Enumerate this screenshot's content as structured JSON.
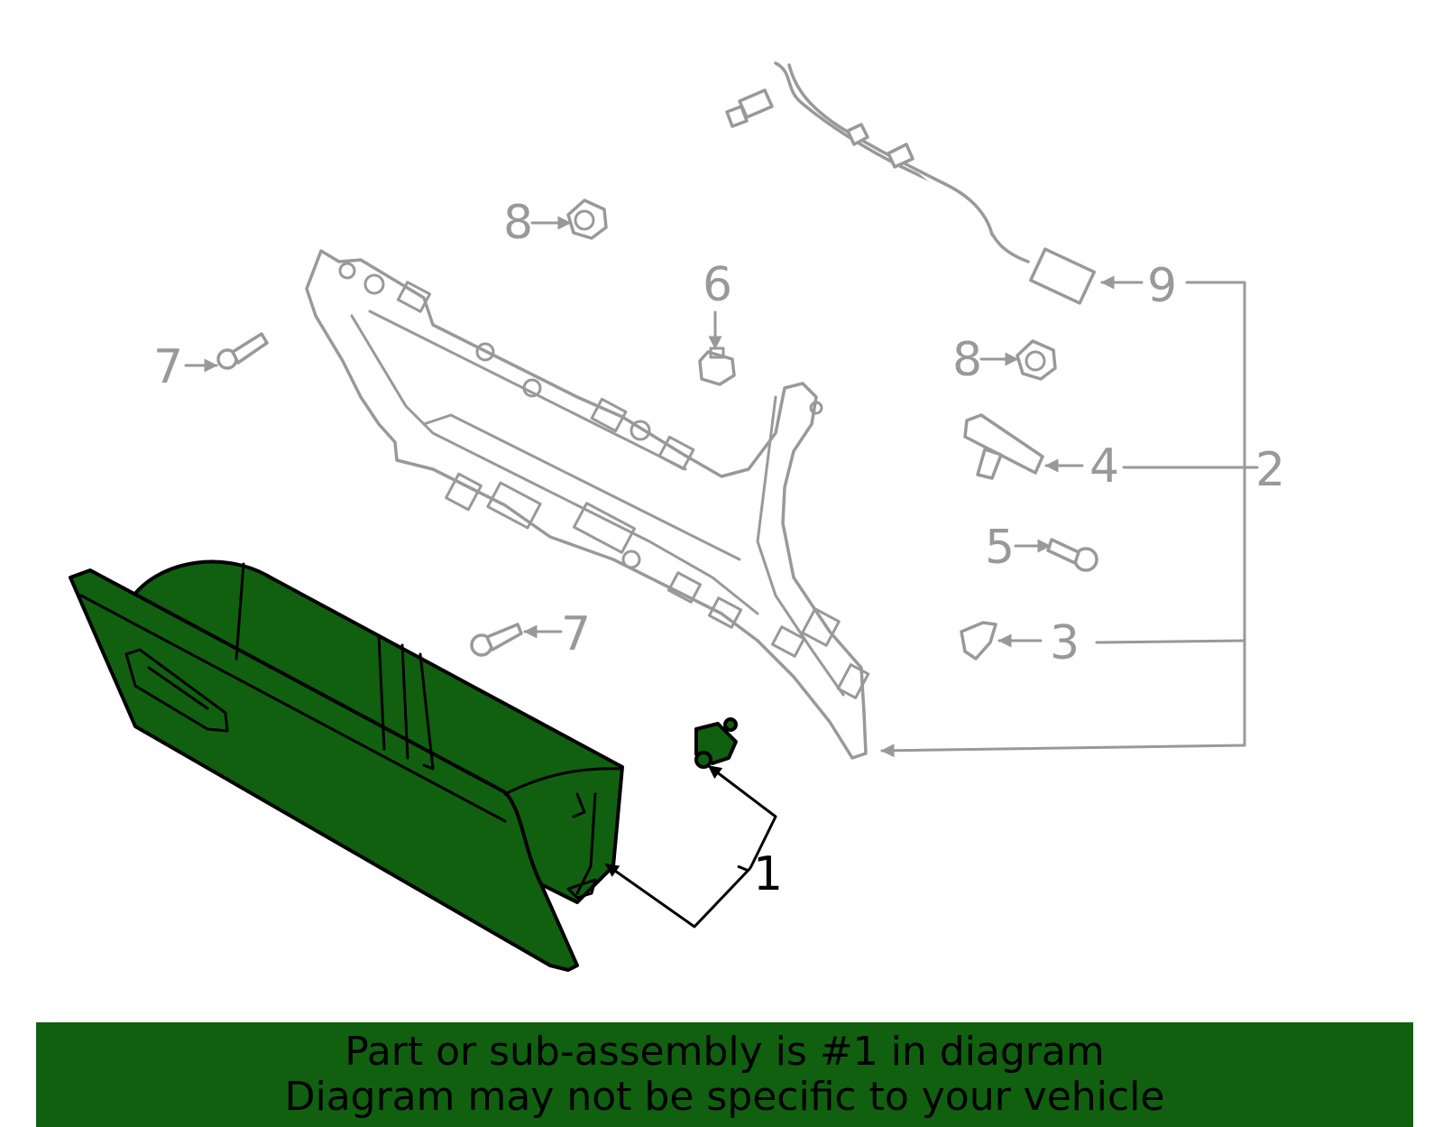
{
  "diagram": {
    "callouts": {
      "c1": "1",
      "c2": "2",
      "c3": "3",
      "c4": "4",
      "c5": "5",
      "c6": "6",
      "c7a": "7",
      "c7b": "7",
      "c8a": "8",
      "c8b": "8",
      "c9": "9"
    },
    "highlight_color": "#106010",
    "part_line_color": "#999999"
  },
  "footer": {
    "line1": "Part or sub-assembly is #1 in diagram",
    "line2": "Diagram may not be specific to your vehicle",
    "background": "#106010"
  }
}
